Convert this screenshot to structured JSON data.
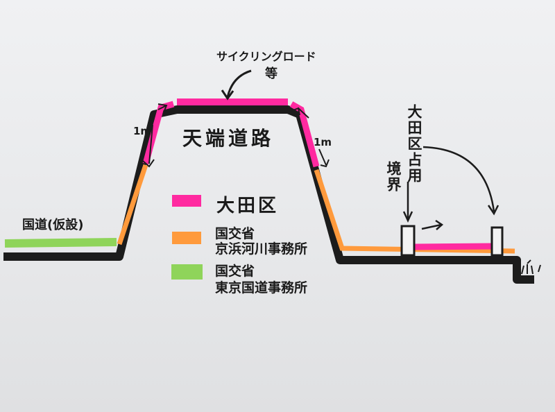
{
  "labels": {
    "cycling_road": "サイクリングロード",
    "etc": "等",
    "top_road": "天端道路",
    "height_left": "1m",
    "height_right": "1m",
    "national_road": "国道(仮設)",
    "boundary_line1": "大田区占用",
    "boundary_line2": "境界"
  },
  "legend": [
    {
      "color": "#ff2aa0",
      "line1": "大田区",
      "line2": ""
    },
    {
      "color": "#ff9a3c",
      "line1": "国交省",
      "line2": "京浜河川事務所"
    },
    {
      "color": "#8fd45a",
      "line1": "国交省",
      "line2": "東京国道事務所"
    }
  ],
  "colors": {
    "ink": "#1c1c1c",
    "pink": "#ff2aa0",
    "orange": "#ff9a3c",
    "green": "#8fd45a"
  }
}
